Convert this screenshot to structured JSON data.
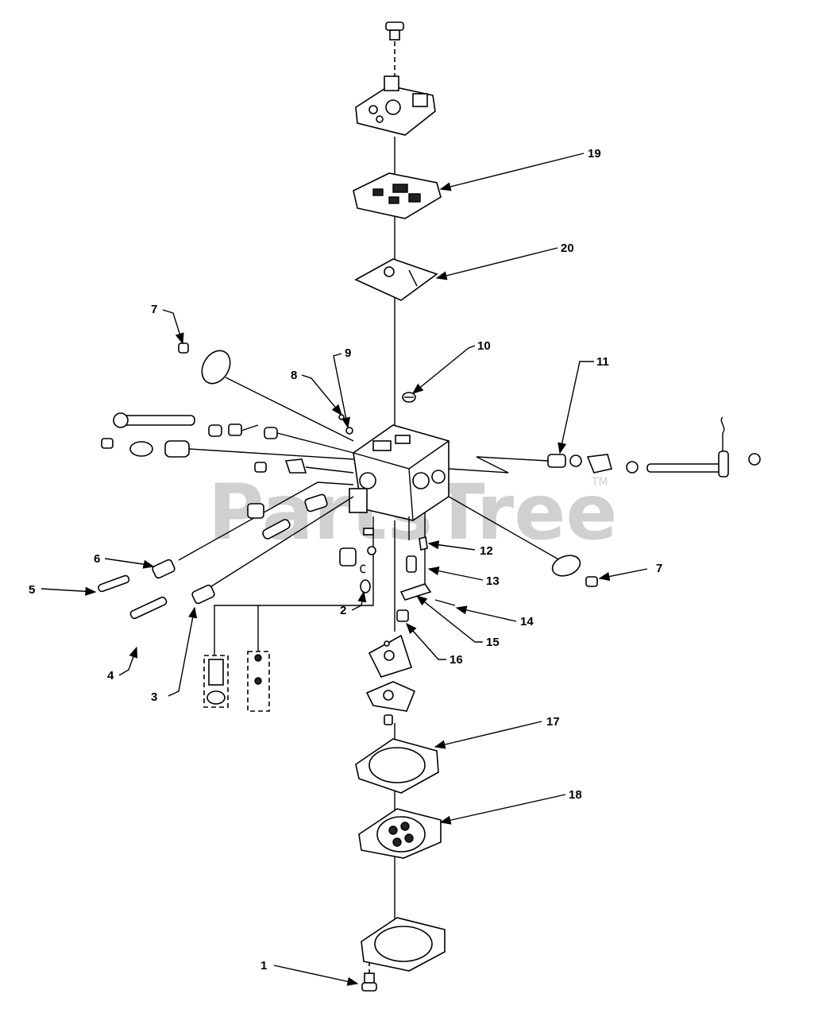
{
  "watermark": {
    "text": "PartsTree",
    "tm": "TM"
  },
  "callouts": {
    "c1": "1",
    "c2": "2",
    "c3": "3",
    "c4": "4",
    "c5": "5",
    "c6": "6",
    "c7a": "7",
    "c7b": "7",
    "c8": "8",
    "c9": "9",
    "c10": "10",
    "c11": "11",
    "c12": "12",
    "c13": "13",
    "c14": "14",
    "c15": "15",
    "c16": "16",
    "c17": "17",
    "c18": "18",
    "c19": "19",
    "c20": "20"
  },
  "colors": {
    "line": "#000000",
    "watermark": "#d0d0d0",
    "background": "#ffffff"
  }
}
